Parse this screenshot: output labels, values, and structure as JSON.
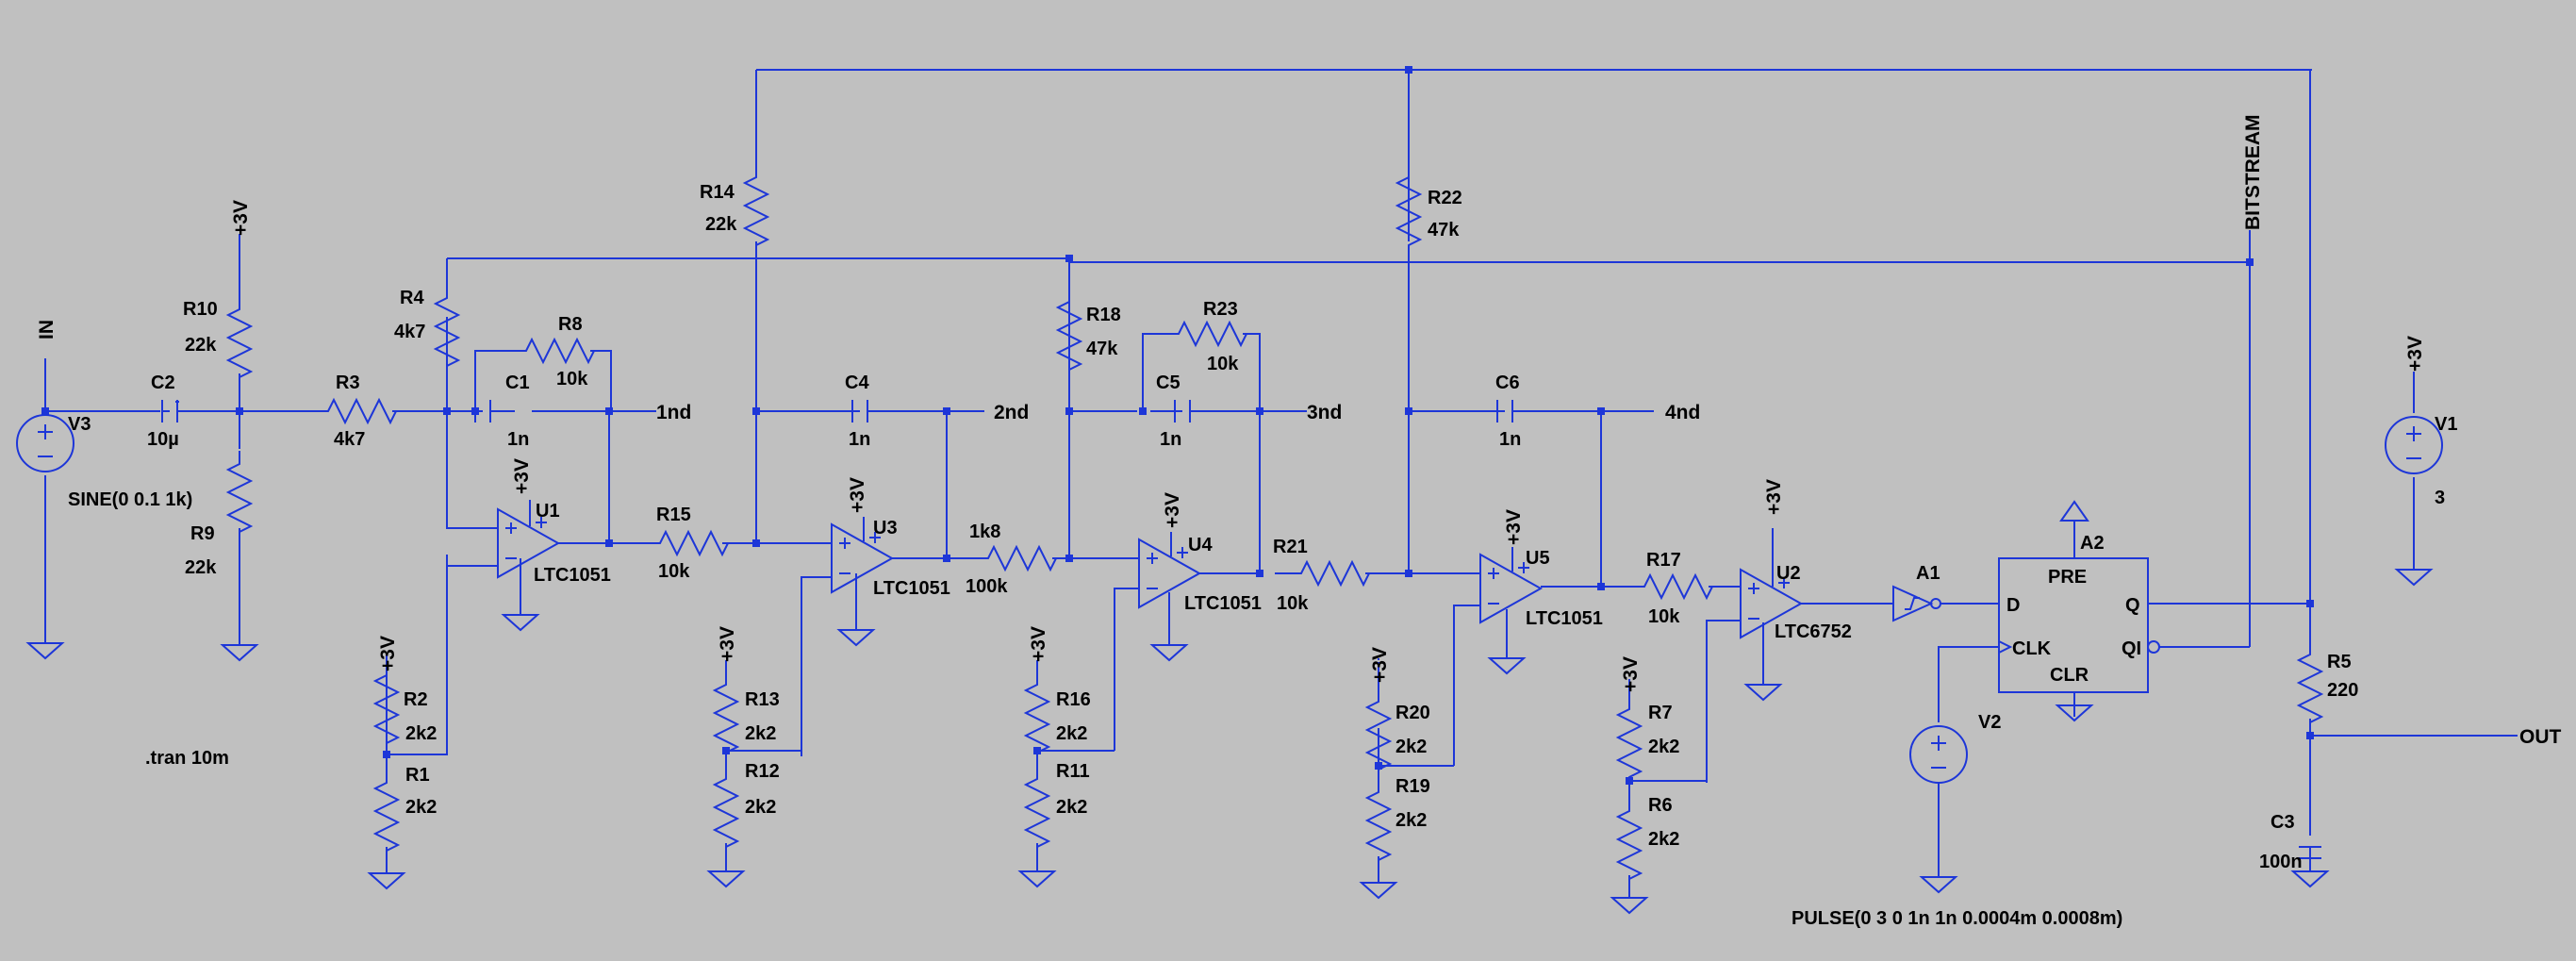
{
  "directive": ".tran 10m",
  "pulse_spec": "PULSE(0 3 0 1n 1n 0.0004m 0.0008m)",
  "wire_color": "#1d36d8",
  "background_color": "#c0c0c0",
  "nets": {
    "in": "IN",
    "out": "OUT",
    "bitstream": "BITSTREAM",
    "n1": "1nd",
    "n2": "2nd",
    "n3": "3nd",
    "n4": "4nd",
    "supply": "+3V"
  },
  "sources": {
    "v3": {
      "name": "V3",
      "value": "SINE(0 0.1 1k)"
    },
    "v1": {
      "name": "V1",
      "value": "3"
    },
    "v2": {
      "name": "V2"
    }
  },
  "resistors": {
    "r1": {
      "name": "R1",
      "value": "2k2"
    },
    "r2": {
      "name": "R2",
      "value": "2k2"
    },
    "r3": {
      "name": "R3",
      "value": "4k7"
    },
    "r4": {
      "name": "R4",
      "value": "4k7"
    },
    "r5": {
      "name": "R5",
      "value": "220"
    },
    "r6": {
      "name": "R6",
      "value": "2k2"
    },
    "r7": {
      "name": "R7",
      "value": "2k2"
    },
    "r8": {
      "name": "R8",
      "value": "10k"
    },
    "r9": {
      "name": "R9",
      "value": "22k"
    },
    "r10": {
      "name": "R10",
      "value": "22k"
    },
    "r11": {
      "name": "R11",
      "value": "2k2"
    },
    "r12": {
      "name": "R12",
      "value": "2k2"
    },
    "r13": {
      "name": "R13",
      "value": "2k2"
    },
    "r14": {
      "name": "R14",
      "value": "22k"
    },
    "r15": {
      "name": "R15",
      "value": "10k"
    },
    "r16": {
      "name": "R16",
      "value": "2k2"
    },
    "r17": {
      "name": "R17",
      "value": "10k"
    },
    "r18": {
      "name": "R18",
      "value": "47k"
    },
    "r19": {
      "name": "R19",
      "value": "2k2"
    },
    "r20": {
      "name": "R20",
      "value": "2k2"
    },
    "r21": {
      "name": "R21",
      "value": "10k"
    },
    "r22": {
      "name": "R22",
      "value": "47k"
    },
    "r23": {
      "name": "R23",
      "value": "10k"
    },
    "r_mid": {
      "name": "1k8",
      "value": "100k"
    }
  },
  "capacitors": {
    "c1": {
      "name": "C1",
      "value": "1n"
    },
    "c2": {
      "name": "C2",
      "value": "10µ"
    },
    "c3": {
      "name": "C3",
      "value": "100n"
    },
    "c4": {
      "name": "C4",
      "value": "1n"
    },
    "c5": {
      "name": "C5",
      "value": "1n"
    },
    "c6": {
      "name": "C6",
      "value": "1n"
    }
  },
  "opamps": {
    "u1": {
      "name": "U1",
      "part": "LTC1051"
    },
    "u3": {
      "name": "U3",
      "part": "LTC1051"
    },
    "u4": {
      "name": "U4",
      "part": "LTC1051"
    },
    "u5": {
      "name": "U5",
      "part": "LTC1051"
    },
    "u2": {
      "name": "U2",
      "part": "LTC6752"
    }
  },
  "buffer": {
    "name": "A1"
  },
  "flipflop": {
    "name": "A2",
    "pins": {
      "pre": "PRE",
      "clr": "CLR",
      "d": "D",
      "clk": "CLK",
      "q": "Q",
      "qi": "QI"
    }
  }
}
